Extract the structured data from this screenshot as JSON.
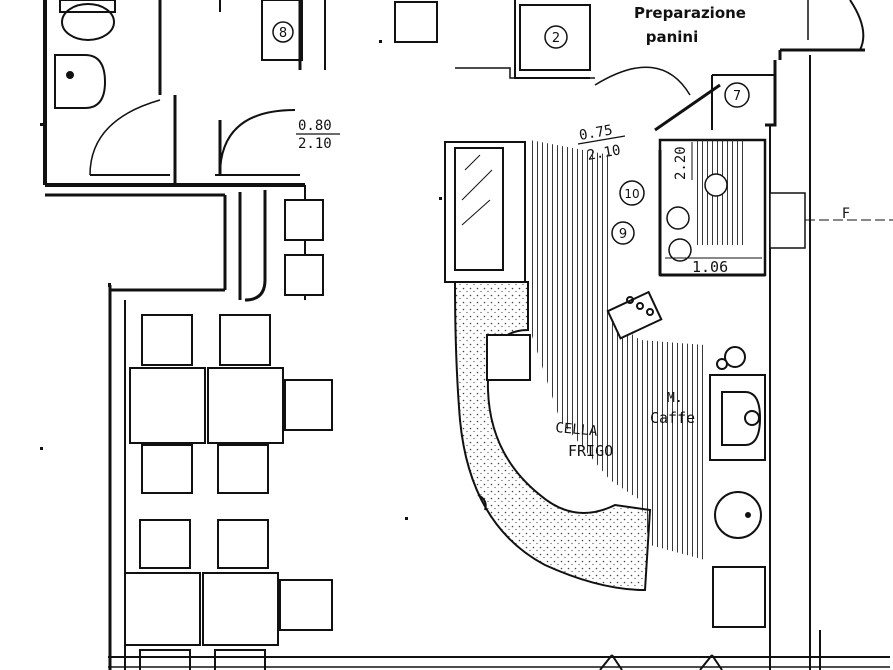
{
  "labels": {
    "prep_area": "Preparazione",
    "prep_area_2": "panini",
    "cold_room": "CELLA",
    "cold_room_2": "FRIGO",
    "coffee": "M.",
    "coffee_2": "Caffe",
    "section_mark": "F"
  },
  "dimensions": {
    "door_top_a": "0.80",
    "door_bottom_a": "2.10",
    "door_top_b": "0.75",
    "door_bottom_b": "2.10",
    "vertical_c": "2.20",
    "width_d": "1.06"
  },
  "markers": {
    "m2": "2",
    "m7": "7",
    "m8": "8",
    "m9": "9",
    "m10": "10"
  },
  "colors": {
    "ink": "#111111",
    "paper": "#ffffff",
    "stipple": "#555555"
  }
}
